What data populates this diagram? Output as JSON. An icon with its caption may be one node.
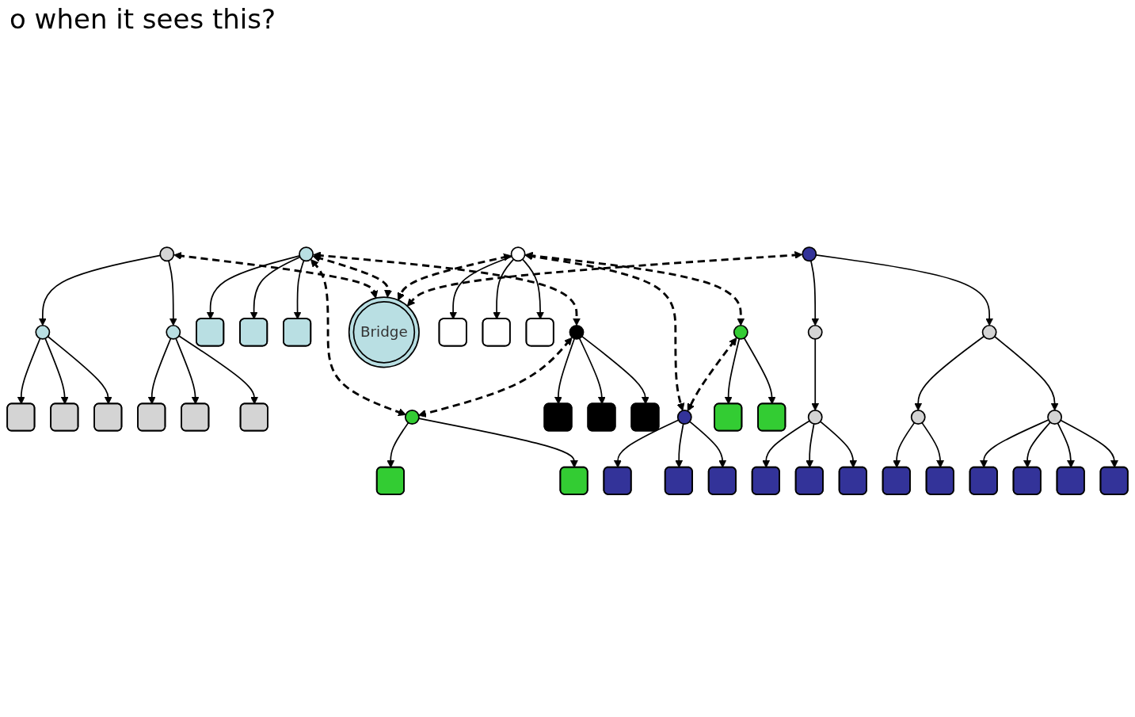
{
  "diagram": {
    "title": "o when it sees this?",
    "nodes": [
      {
        "text": [],
        "shape": "circle"
      },
      {
        "text": [],
        "shape": "circle"
      },
      {
        "text": [],
        "shape": "circle"
      },
      {
        "text": [],
        "shape": "box"
      },
      {
        "text": [],
        "shape": "box"
      },
      {
        "text": [],
        "shape": "box"
      },
      {
        "text": [],
        "shape": "box"
      },
      {
        "text": [],
        "shape": "box"
      },
      {
        "text": [],
        "shape": "box"
      },
      {
        "text": [],
        "shape": "circle"
      },
      {
        "text": [],
        "shape": "box"
      },
      {
        "text": [],
        "shape": "box"
      },
      {
        "text": [],
        "shape": "box"
      },
      {
        "text": [],
        "shape": "circle"
      },
      {
        "text": [],
        "shape": "circle"
      },
      {
        "text": [],
        "shape": "box"
      },
      {
        "text": [],
        "shape": "box"
      },
      {
        "text": [],
        "shape": "box"
      },
      {
        "text": [],
        "shape": "box"
      },
      {
        "text": [],
        "shape": "box"
      },
      {
        "text": [
          "Bridge"
        ]
      },
      {
        "text": [],
        "shape": "circle"
      },
      {
        "text": [],
        "shape": "box"
      },
      {
        "text": [],
        "shape": "box"
      },
      {
        "text": [],
        "shape": "box"
      },
      {
        "text": [],
        "shape": "circle"
      },
      {
        "text": [],
        "shape": "circle"
      },
      {
        "text": [],
        "shape": "box"
      },
      {
        "text": [],
        "shape": "box"
      },
      {
        "text": [],
        "shape": "box"
      },
      {
        "text": [],
        "shape": "box"
      },
      {
        "text": [],
        "shape": "box"
      },
      {
        "text": [],
        "shape": "circle"
      },
      {
        "text": [],
        "shape": "circle"
      },
      {
        "text": [],
        "shape": "circle"
      },
      {
        "text": [],
        "shape": "circle"
      },
      {
        "text": [],
        "shape": "circle"
      },
      {
        "text": [],
        "shape": "circle"
      },
      {
        "text": [],
        "shape": "box"
      },
      {
        "text": [],
        "shape": "box"
      },
      {
        "text": [],
        "shape": "box"
      },
      {
        "text": [],
        "shape": "box"
      },
      {
        "text": [],
        "shape": "box"
      },
      {
        "text": [],
        "shape": "box"
      },
      {
        "text": [],
        "shape": "box"
      },
      {
        "text": [],
        "shape": "box"
      },
      {
        "text": [],
        "shape": "box"
      }
    ],
    "edges": [
      {
        "from": 0,
        "to": 1,
        "arrow": "to"
      },
      {
        "from": 0,
        "to": 2,
        "arrow": "to"
      },
      {
        "from": 1,
        "to": 3,
        "arrow": "to"
      },
      {
        "from": 1,
        "to": 4,
        "arrow": "to"
      },
      {
        "from": 1,
        "to": 5,
        "arrow": "to"
      },
      {
        "from": 2,
        "to": 6,
        "arrow": "to"
      },
      {
        "from": 2,
        "to": 7,
        "arrow": "to"
      },
      {
        "from": 2,
        "to": 8,
        "arrow": "to"
      },
      {
        "from": 0,
        "to": 20,
        "arrow": "both",
        "style": "dashed"
      },
      {
        "from": 9,
        "to": 20,
        "arrow": "both",
        "style": "dashed"
      },
      {
        "from": 9,
        "to": 10,
        "arrow": "to"
      },
      {
        "from": 9,
        "to": 11,
        "arrow": "to"
      },
      {
        "from": 9,
        "to": 12,
        "arrow": "to"
      },
      {
        "from": 9,
        "to": 13,
        "arrow": "both",
        "style": "dashed"
      },
      {
        "from": 9,
        "to": 14,
        "arrow": "both",
        "style": "dashed"
      },
      {
        "from": 13,
        "to": 14,
        "arrow": "both",
        "style": "dashed"
      },
      {
        "from": 13,
        "to": 15,
        "arrow": "to"
      },
      {
        "from": 13,
        "to": 16,
        "arrow": "to"
      },
      {
        "from": 13,
        "to": 17,
        "arrow": "to"
      },
      {
        "from": 14,
        "to": 18,
        "arrow": "to"
      },
      {
        "from": 14,
        "to": 19,
        "arrow": "to"
      },
      {
        "from": 21,
        "to": 20,
        "arrow": "both",
        "style": "dashed"
      },
      {
        "from": 21,
        "to": 22,
        "arrow": "to"
      },
      {
        "from": 21,
        "to": 23,
        "arrow": "to"
      },
      {
        "from": 21,
        "to": 24,
        "arrow": "to"
      },
      {
        "from": 21,
        "to": 25,
        "arrow": "both",
        "style": "dashed"
      },
      {
        "from": 21,
        "to": 26,
        "arrow": "both",
        "style": "dashed"
      },
      {
        "from": 25,
        "to": 26,
        "arrow": "both",
        "style": "dashed"
      },
      {
        "from": 25,
        "to": 27,
        "arrow": "to"
      },
      {
        "from": 25,
        "to": 28,
        "arrow": "to"
      },
      {
        "from": 26,
        "to": 29,
        "arrow": "to"
      },
      {
        "from": 26,
        "to": 30,
        "arrow": "to"
      },
      {
        "from": 26,
        "to": 31,
        "arrow": "to"
      },
      {
        "from": 32,
        "to": 20,
        "arrow": "both",
        "style": "dashed"
      },
      {
        "from": 32,
        "to": 33,
        "arrow": "to"
      },
      {
        "from": 32,
        "to": 34,
        "arrow": "to"
      },
      {
        "from": 33,
        "to": 35,
        "arrow": "to"
      },
      {
        "from": 34,
        "to": 36,
        "arrow": "to"
      },
      {
        "from": 34,
        "to": 37,
        "arrow": "to"
      },
      {
        "from": 35,
        "to": 38,
        "arrow": "to"
      },
      {
        "from": 35,
        "to": 39,
        "arrow": "to"
      },
      {
        "from": 35,
        "to": 40,
        "arrow": "to"
      },
      {
        "from": 36,
        "to": 41,
        "arrow": "to"
      },
      {
        "from": 36,
        "to": 42,
        "arrow": "to"
      },
      {
        "from": 37,
        "to": 43,
        "arrow": "to"
      },
      {
        "from": 37,
        "to": 44,
        "arrow": "to"
      },
      {
        "from": 37,
        "to": 45,
        "arrow": "to"
      },
      {
        "from": 37,
        "to": 46,
        "arrow": "to"
      }
    ]
  }
}
